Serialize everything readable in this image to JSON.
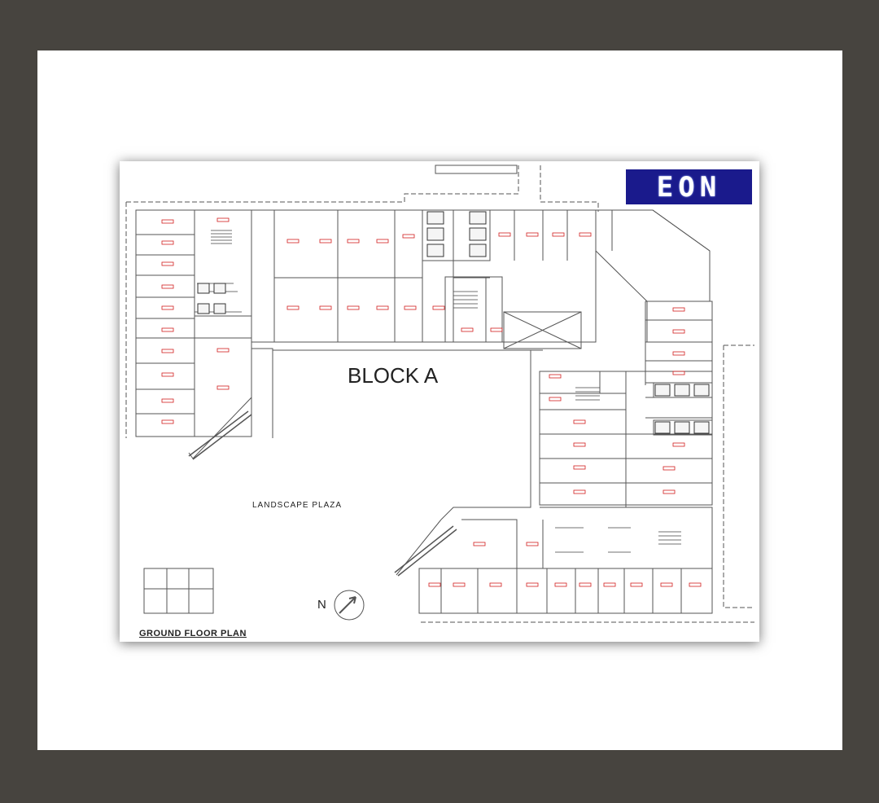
{
  "brand": {
    "logo_text": "EON"
  },
  "plan": {
    "block_title": "BLOCK A",
    "plaza_label": "LANDSCAPE PLAZA",
    "caption": "GROUND FLOOR PLAN",
    "north_label": "N"
  },
  "colors": {
    "background": "#47443f",
    "logo_bg": "#1a1a8c",
    "line": "#555555",
    "unit_tag": "#d21e1e"
  }
}
